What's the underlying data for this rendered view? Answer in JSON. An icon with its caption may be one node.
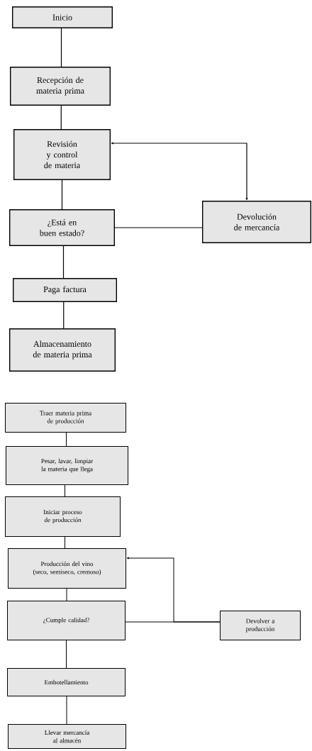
{
  "diagram": {
    "nodes": [
      {
        "text": [
          "Inicio"
        ]
      },
      {
        "text": [
          "Recepción de materia prima"
        ]
      },
      {
        "text": [
          "Revisión y control de materia"
        ]
      },
      {
        "text": [
          "¿Está en buen estado?"
        ]
      },
      {
        "text": [
          "Devolución de mercancía"
        ]
      },
      {
        "text": [
          "Paga factura"
        ]
      },
      {
        "text": [
          "Almacenamiento de materia prima"
        ]
      },
      {
        "text": [
          "Traer materia prima de producción"
        ]
      },
      {
        "text": [
          "Pesar, lavar, limpiar la materia que llega"
        ]
      },
      {
        "text": [
          "Iniciar proceso de producción"
        ]
      },
      {
        "text": [
          "Producción del vino (seco, semiseco, cremoso)"
        ]
      },
      {
        "text": [
          "¿Cumple calidad?"
        ]
      },
      {
        "text": [
          "Devolver a producción"
        ]
      },
      {
        "text": [
          "Embotellamiento"
        ]
      },
      {
        "text": [
          "Llevar mercancía al almacén"
        ]
      }
    ],
    "edges": [
      {
        "from": 0,
        "to": 1,
        "arrow": "none"
      },
      {
        "from": 1,
        "to": 2,
        "arrow": "none"
      },
      {
        "from": 2,
        "to": 3,
        "arrow": "none"
      },
      {
        "from": 3,
        "to": 4,
        "arrow": "none"
      },
      {
        "from": 2,
        "to": 4,
        "arrow": "both"
      },
      {
        "from": 3,
        "to": 5,
        "arrow": "none"
      },
      {
        "from": 5,
        "to": 6,
        "arrow": "none"
      },
      {
        "from": 7,
        "to": 8,
        "arrow": "none"
      },
      {
        "from": 8,
        "to": 9,
        "arrow": "none"
      },
      {
        "from": 9,
        "to": 10,
        "arrow": "none"
      },
      {
        "from": 10,
        "to": 11,
        "arrow": "none"
      },
      {
        "from": 11,
        "to": 12,
        "arrow": "none"
      },
      {
        "from": 12,
        "to": 10,
        "arrow": "to"
      },
      {
        "from": 11,
        "to": 13,
        "arrow": "none"
      },
      {
        "from": 13,
        "to": 14,
        "arrow": "none"
      }
    ]
  }
}
